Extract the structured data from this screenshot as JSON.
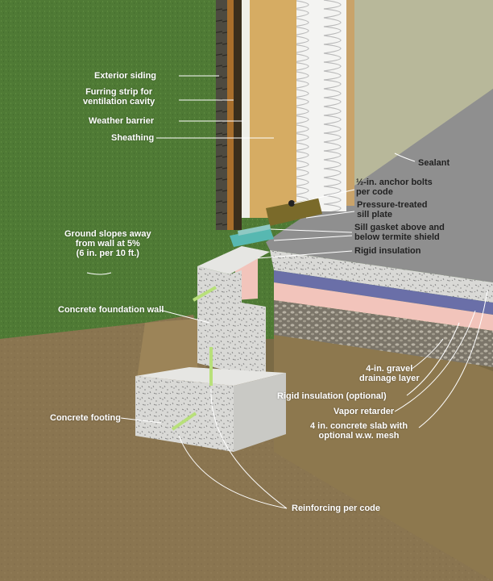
{
  "labels": {
    "exterior_siding": "Exterior siding",
    "furring_strip_1": "Furring strip for",
    "furring_strip_2": "ventilation cavity",
    "weather_barrier": "Weather barrier",
    "sheathing": "Sheathing",
    "sealant": "Sealant",
    "anchor_bolts_1": "½-in. anchor bolts",
    "anchor_bolts_2": "per code",
    "sill_plate_1": "Pressure-treated",
    "sill_plate_2": "sill plate",
    "sill_gasket_1": "Sill gasket above and",
    "sill_gasket_2": "below termite shield",
    "rigid_insulation": "Rigid insulation",
    "ground_slopes_1": "Ground slopes away",
    "ground_slopes_2": "from wall at 5%",
    "ground_slopes_3": "(6 in. per 10 ft.)",
    "foundation_wall": "Concrete foundation wall",
    "gravel_1": "4-in. gravel",
    "gravel_2": "drainage layer",
    "rigid_insulation_optional": "Rigid insulation (optional)",
    "vapor_retarder": "Vapor retarder",
    "slab_1": "4 in. concrete slab with",
    "slab_2": "optional w.w. mesh",
    "footing": "Concrete footing",
    "reinforcing": "Reinforcing per code"
  },
  "colors": {
    "grass": "#4f7a35",
    "soil": "#8a7550",
    "concrete": "#d9d9d6",
    "slab_top": "#8f8f8f",
    "rigid_insulation": "#f2c4bb",
    "vapor_retarder": "#6a6fa8",
    "gravel": "#8b8577",
    "sheathing": "#d6ac63",
    "batt_insulation": "#f4f4f2",
    "sill_plate": "#7a6a2a",
    "termite_shield": "#57b8b1",
    "rebar": "#b8e07a",
    "label": "#ffffff"
  }
}
